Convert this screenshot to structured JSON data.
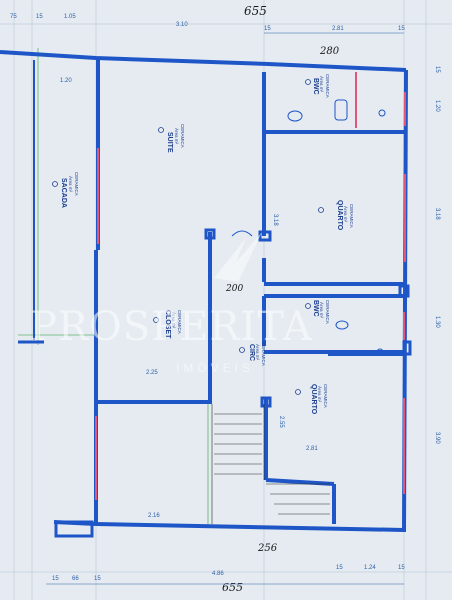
{
  "handwritten": {
    "top_total": "655",
    "top_right": "280",
    "mid": "200",
    "bottom_mid": "256",
    "bottom_total": "655"
  },
  "top_dims": [
    "75",
    "15",
    "1.05",
    "3.10",
    "15",
    "2.81",
    "15"
  ],
  "bottom_dims": [
    "15",
    "66",
    "15",
    "4.86",
    "15",
    "1.24",
    "15"
  ],
  "right_dims": [
    "15",
    "1.20",
    "3.18",
    "1.30",
    "3.90"
  ],
  "inner_dims": {
    "sacada_w": "1.20",
    "suite_h": "3.18",
    "closet_w": "2.25",
    "bwc2_h": "2.55",
    "quarto2_w": "2.81",
    "stair_w": "2.16"
  },
  "rooms": {
    "suite": {
      "name": "SUITE",
      "area": "Área m²",
      "floor": "CERAMICA"
    },
    "sacada": {
      "name": "SACADA",
      "area": "Área m²",
      "floor": "CERAMICA"
    },
    "bwc1": {
      "name": "BWC",
      "area": "Área m²",
      "floor": "CERAMICA"
    },
    "quarto1": {
      "name": "QUARTO",
      "area": "Área m²",
      "floor": "CERAMICA"
    },
    "closet": {
      "name": "CLOSET",
      "area": "Área m²",
      "floor": "CERAMICA"
    },
    "bwc2": {
      "name": "BWC",
      "area": "Área m²",
      "floor": "CERAMICA"
    },
    "circ": {
      "name": "CIRC",
      "area": "Área m²",
      "floor": "CERAMICA"
    },
    "quarto2": {
      "name": "QUARTO",
      "area": "Área m²",
      "floor": "CERAMICA"
    }
  },
  "watermark": {
    "brand": "PROSPERITA",
    "sub": "IMÓVEIS"
  },
  "colors": {
    "wall": "#1f56c7",
    "window": "#e0577a",
    "paper": "#e9eef3",
    "dim": "#2c5fa8",
    "guide": "#3aa64b"
  }
}
